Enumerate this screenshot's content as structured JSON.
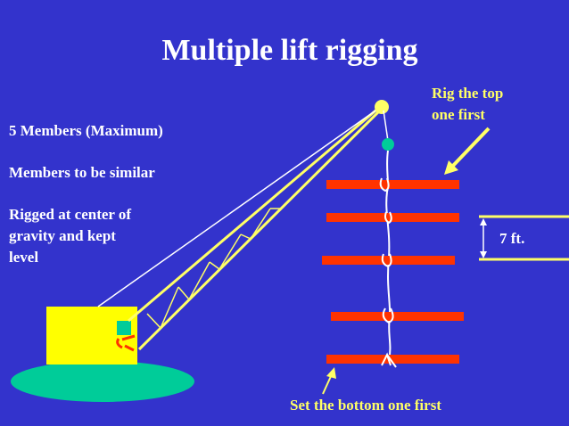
{
  "slide": {
    "title": "Multiple lift rigging",
    "bullets": [
      "5 Members (Maximum)",
      "Members to be similar",
      "Rigged at center of\ngravity and kept\nlevel"
    ],
    "callout_top": "Rig the top\none first",
    "callout_bottom": "Set the bottom one first",
    "spacing_label": "7 ft."
  },
  "colors": {
    "background": "#3333cc",
    "boom": "#ffff66",
    "members": "#ff3300",
    "crane_body": "#ffff00",
    "crane_base": "#00cc99"
  }
}
